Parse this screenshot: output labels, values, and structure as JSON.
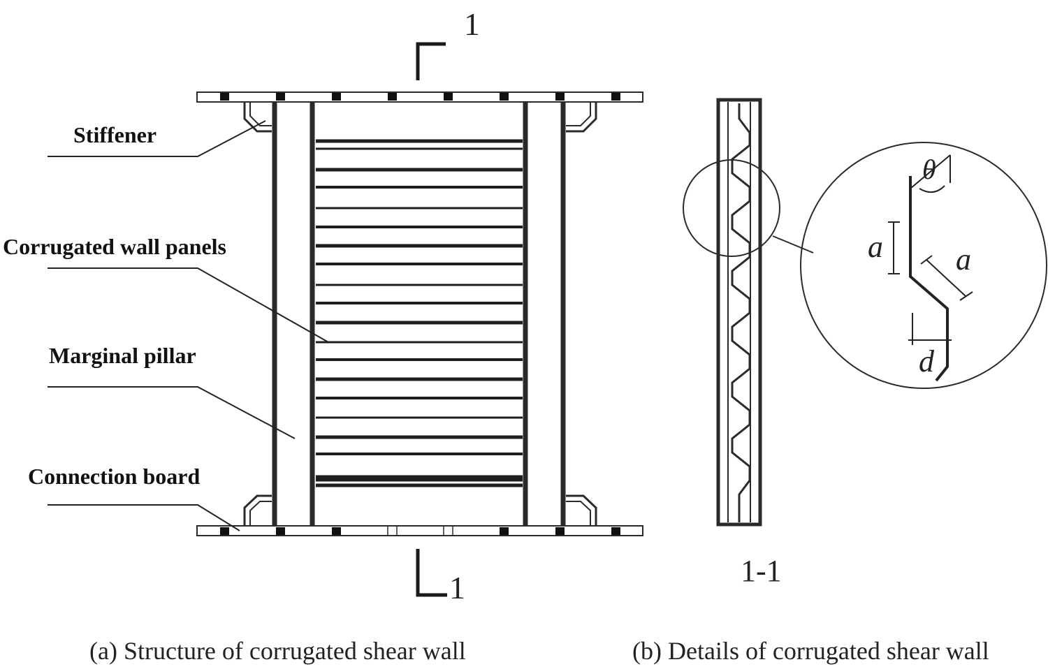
{
  "labels": {
    "stiffener": "Stiffener",
    "corrugated_wall_panels": "Corrugated wall panels",
    "marginal_pillar": "Marginal pillar",
    "connection_board": "Connection board"
  },
  "section_marks": {
    "top_number": "1",
    "bottom_number": "1",
    "section_label": "1-1"
  },
  "detail_symbols": {
    "theta": "θ",
    "a_vertical": "a",
    "a_inclined": "a",
    "d": "d"
  },
  "captions": {
    "a": "(a) Structure of corrugated shear wall",
    "b": "(b) Details of corrugated shear wall"
  }
}
